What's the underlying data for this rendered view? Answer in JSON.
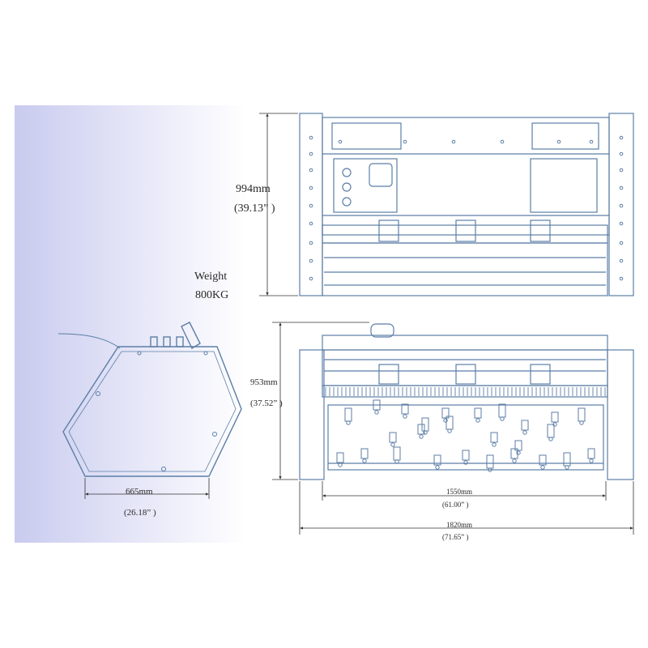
{
  "colors": {
    "line": "#5c7ea6",
    "dim_line": "#333333",
    "gradient_start": "#c9cbef",
    "gradient_end": "#ffffff",
    "text": "#2a2a2a"
  },
  "front_view": {
    "height_mm": "994mm",
    "height_in": "(39.13” )"
  },
  "weight": {
    "label": "Weight",
    "value": "800KG"
  },
  "bottom_view": {
    "height_mm": "953mm",
    "height_in": "(37.52” )",
    "inner_width_mm": "1550mm",
    "inner_width_in": "(61.00” )",
    "outer_width_mm": "1820mm",
    "outer_width_in": "(71.65” )"
  },
  "side_view": {
    "width_mm": "665mm",
    "width_in": "(26.18” )"
  }
}
